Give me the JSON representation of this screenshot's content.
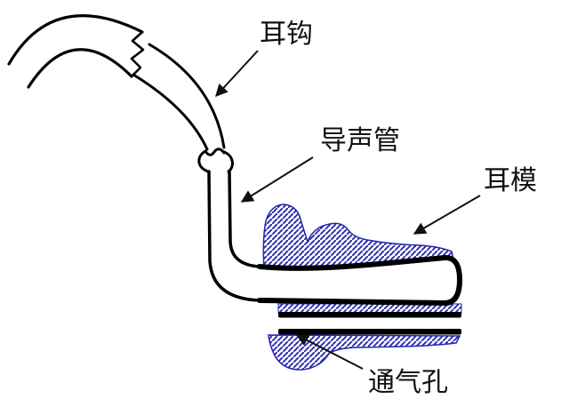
{
  "figure": {
    "kind": "earmold-schematic-diagram"
  },
  "labels": {
    "ear_hook": "耳钩",
    "sound_tube": "导声管",
    "ear_mold": "耳模",
    "vent_hole": "通气孔"
  },
  "colors": {
    "background": "#ffffff",
    "outline": "#000000",
    "mold_hatch": "#2323b0",
    "label_text": "#111111"
  }
}
